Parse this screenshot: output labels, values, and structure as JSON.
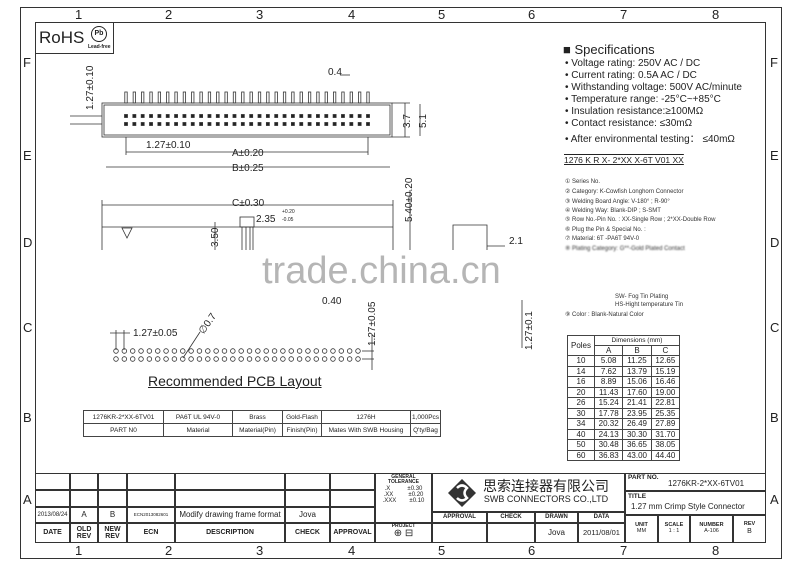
{
  "zones": {
    "columns": [
      "1",
      "2",
      "3",
      "4",
      "5",
      "6",
      "7",
      "8"
    ],
    "rows": [
      "F",
      "E",
      "D",
      "C",
      "B",
      "A"
    ]
  },
  "rohs": {
    "label": "RoHS",
    "badge": "Pb",
    "sub": "Lead-free"
  },
  "dimensions": [
    "0.4",
    "1.27±0.10",
    "1.27±0.10",
    "A±0.20",
    "B±0.25",
    "3.7",
    "5.1",
    "C±0.30",
    "2.35",
    "+0.20",
    "-0.05",
    "5.40±0.20",
    "3.50",
    "2.1",
    "0.40",
    "1.27±0.1",
    "1.27±0.05",
    "∅0.7",
    "1.27±0.05"
  ],
  "pcb_title": "Recommended PCB Layout",
  "watermark": "trade.china.cn",
  "specifications": {
    "title": "Specifications",
    "items": [
      "Voltage rating: 250V AC / DC",
      "Current rating: 0.5A  AC / DC",
      "Withstanding voltage: 500V AC/minute",
      "Temperature range: -25°C~+85°C",
      "Insulation resistance:≥100MΩ",
      "Contact resistance: ≤30mΩ",
      "After environmental testing： ≤40mΩ"
    ]
  },
  "ordering": {
    "code": "1276 K  R X- 2*XX X-6T V01 XX",
    "options": [
      "① Series No.",
      "② Category:  K-Cowfish Longhorn Connector",
      "③ Welding Board Angle:  V-180° ; R-90°",
      "④ Welding Way:  Blank-DIP ; S-SMT",
      "⑤ Row No.-Pin No. :  XX-Single Row ; 2*XX-Double Row",
      "⑥ Plug the Pin & Special No. :",
      "⑦ Material:  6T -PA6T  94V-0",
      "⑧ Plating Category:  G**-Gold Plated Contact"
    ],
    "plating": [
      "SW- Fog Tin Plating",
      "HS-Hight temperature Tin"
    ],
    "color": "⑨ Color :  Blank-Natural Color"
  },
  "dim_table": {
    "headers": {
      "poles": "Poles",
      "group": "Dimensions (mm)",
      "cols": [
        "A",
        "B",
        "C"
      ]
    },
    "rows": [
      [
        "10",
        "5.08",
        "11.25",
        "12.65"
      ],
      [
        "14",
        "7.62",
        "13.79",
        "15.19"
      ],
      [
        "16",
        "8.89",
        "15.06",
        "16.46"
      ],
      [
        "20",
        "11.43",
        "17.60",
        "19.00"
      ],
      [
        "26",
        "15.24",
        "21.41",
        "22.81"
      ],
      [
        "30",
        "17.78",
        "23.95",
        "25.35"
      ],
      [
        "34",
        "20.32",
        "26.49",
        "27.89"
      ],
      [
        "40",
        "24.13",
        "30.30",
        "31.70"
      ],
      [
        "50",
        "30.48",
        "36.65",
        "38.05"
      ],
      [
        "60",
        "36.83",
        "43.00",
        "44.40"
      ]
    ]
  },
  "part_table": {
    "values": [
      "1276KR-2*XX-6TV01",
      "PA6T  UL 94V-0",
      "Brass",
      "Gold-Flash",
      "1276H",
      "1,000Pcs"
    ],
    "labels": [
      "PART N0",
      "Material",
      "Material(Pin)",
      "Finish(Pin)",
      "Mates With SWB  Housing",
      "Q'ty/Bag"
    ]
  },
  "revision": {
    "row": [
      "2013/08/24",
      "A",
      "B",
      "ECN2013082601",
      "Modify drawing frame format",
      "Jova",
      ""
    ],
    "headers": [
      "DATE",
      "OLD\nREV",
      "NEW\nREV",
      "ECN",
      "DESCRIPTION",
      "CHECK",
      "APPROVAL"
    ]
  },
  "tolerance": {
    "title": "GENERAL\nTOLERANCE",
    "rows": [
      [
        ".X",
        "±0.30"
      ],
      [
        ".XX",
        "±0.20"
      ],
      [
        ".XXX",
        "±0.10"
      ]
    ],
    "project": "PROJECT"
  },
  "company": {
    "cn": "思索连接器有限公司",
    "en": "SWB CONNECTORS CO.,LTD"
  },
  "signoff": {
    "headers": [
      "APPROVAL",
      "CHECK",
      "DRAWN",
      "DATA"
    ],
    "values": [
      "",
      "",
      "Jova",
      "2011/08/01"
    ]
  },
  "title_block": {
    "part_no_label": "PART NO.",
    "part_no": "1276KR-2*XX-6TV01",
    "title_label": "TITLE",
    "title": "1.27 mm Crimp Style Connector",
    "fields": [
      [
        "UNIT",
        "MM"
      ],
      [
        "SCALE",
        "1 : 1"
      ],
      [
        "NUMBER",
        "A-106"
      ],
      [
        "REV",
        "B"
      ]
    ]
  }
}
